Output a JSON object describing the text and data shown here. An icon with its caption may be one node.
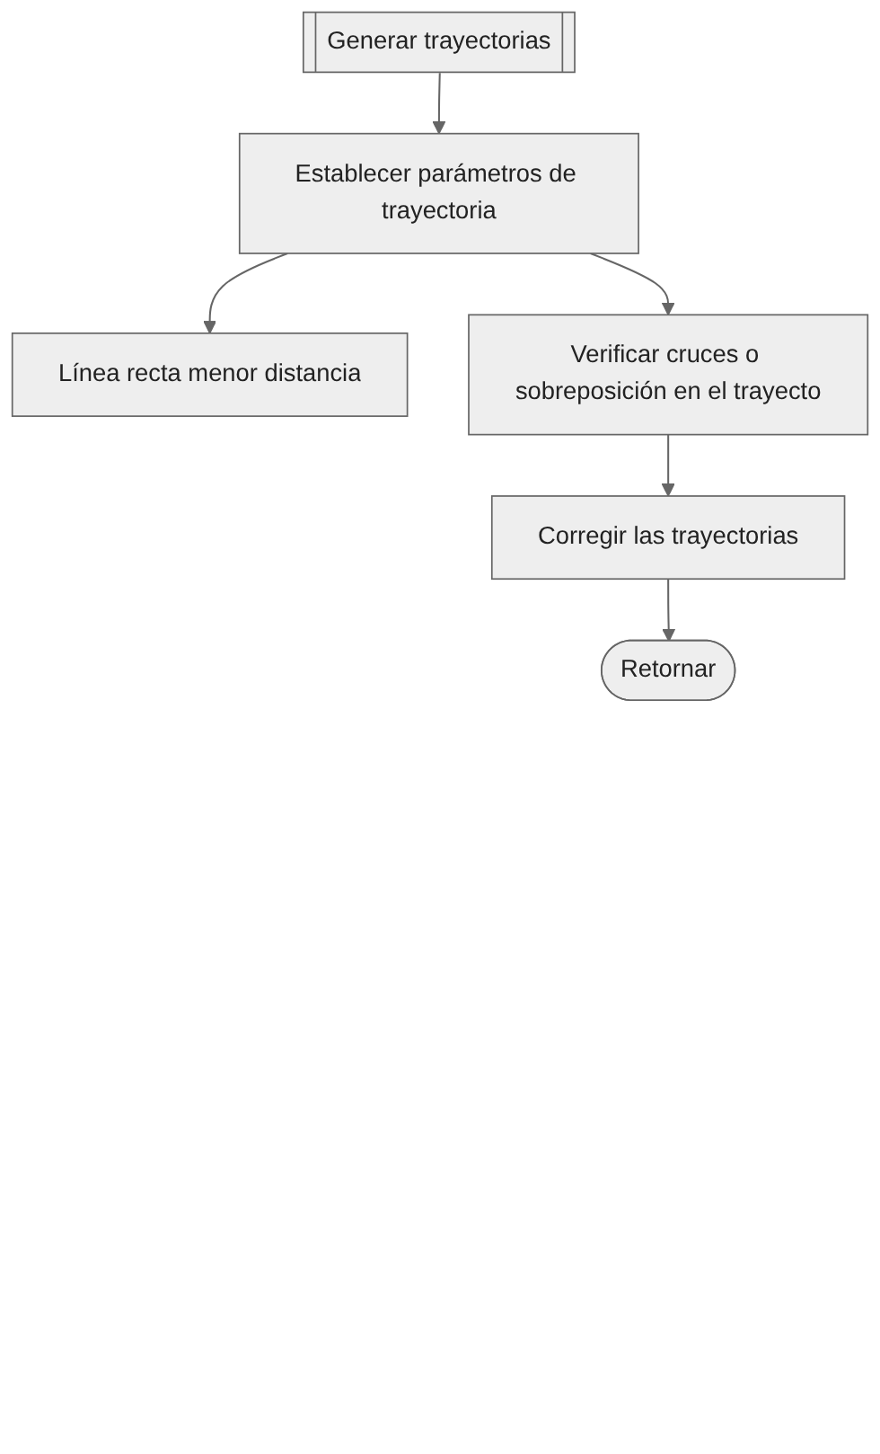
{
  "diagram": {
    "nodes": [
      {
        "text": [
          "Generar trayectorias"
        ]
      },
      {
        "text": [
          "Establecer parámetros de trayectoria"
        ]
      },
      {
        "text": [
          "Línea recta menor distancia"
        ]
      },
      {
        "text": [
          "Verificar cruces o sobreposición en el trayecto"
        ]
      },
      {
        "text": [
          "Corregir las trayectorias"
        ]
      },
      {
        "text": [
          "Retornar"
        ]
      }
    ],
    "edges": [
      {
        "from": 0,
        "to": 1,
        "arrow": "to"
      },
      {
        "from": 1,
        "to": 2,
        "arrow": "to"
      },
      {
        "from": 1,
        "to": 3,
        "arrow": "to"
      },
      {
        "from": 3,
        "to": 4,
        "arrow": "to"
      },
      {
        "from": 4,
        "to": 5,
        "arrow": "to"
      }
    ]
  }
}
